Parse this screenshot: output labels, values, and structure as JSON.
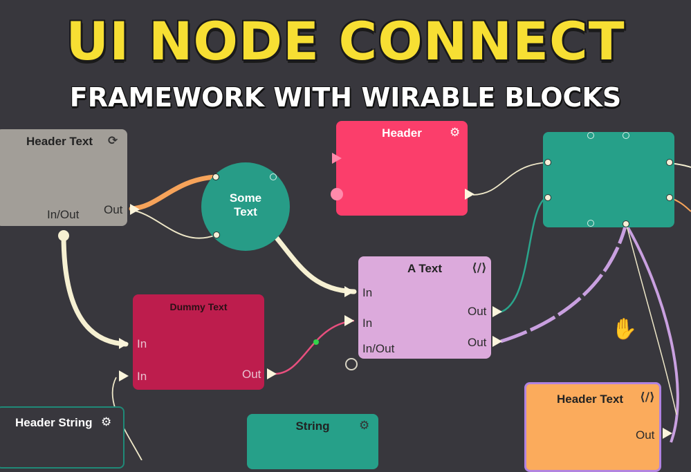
{
  "banner": {
    "title": "UI NODE CONNECT",
    "subtitle": "FRAMEWORK WITH WIRABLE BLOCKS"
  },
  "nodes": {
    "header_text": {
      "title": "Header Text",
      "icon": "refresh-icon",
      "icon_glyph": "⟳",
      "ports": [
        "In/Out",
        "Out"
      ],
      "color": "#a29e98"
    },
    "some_text": {
      "title_line1": "Some",
      "title_line2": "Text",
      "color": "#279c87"
    },
    "header_pink": {
      "title": "Header",
      "icon": "gear-icon",
      "icon_glyph": "⚙",
      "color": "#fb3e6b"
    },
    "teal_block": {
      "color": "#26a089"
    },
    "dummy_text": {
      "title": "Dummy Text",
      "ports": [
        "In",
        "In",
        "Out"
      ],
      "color": "#bd1d4d"
    },
    "a_text": {
      "title": "A Text",
      "icon": "code-icon",
      "icon_glyph": "⟨/⟩",
      "ports": [
        "In",
        "In",
        "In/Out",
        "Out",
        "Out"
      ],
      "color": "#dcaadc"
    },
    "header_string": {
      "title": "Header String",
      "icon": "gear-icon",
      "icon_glyph": "⚙"
    },
    "string": {
      "title": "String",
      "icon": "gear-icon",
      "icon_glyph": "⚙",
      "color": "#26a089"
    },
    "header_orange": {
      "title": "Header Text",
      "icon": "code-icon",
      "icon_glyph": "⟨/⟩",
      "ports": [
        "Out"
      ],
      "color": "#fbab5c"
    }
  },
  "cursor": {
    "icon": "hand-cursor-icon",
    "glyph": "✋"
  },
  "colors": {
    "background": "#38373d",
    "title_yellow": "#f7df33",
    "wire_cream": "#f6f0d2",
    "wire_orange": "#f6a35a",
    "wire_lavender": "#c9a0e0",
    "wire_teal": "#2aa58c",
    "wire_pink": "#e84f7e"
  }
}
